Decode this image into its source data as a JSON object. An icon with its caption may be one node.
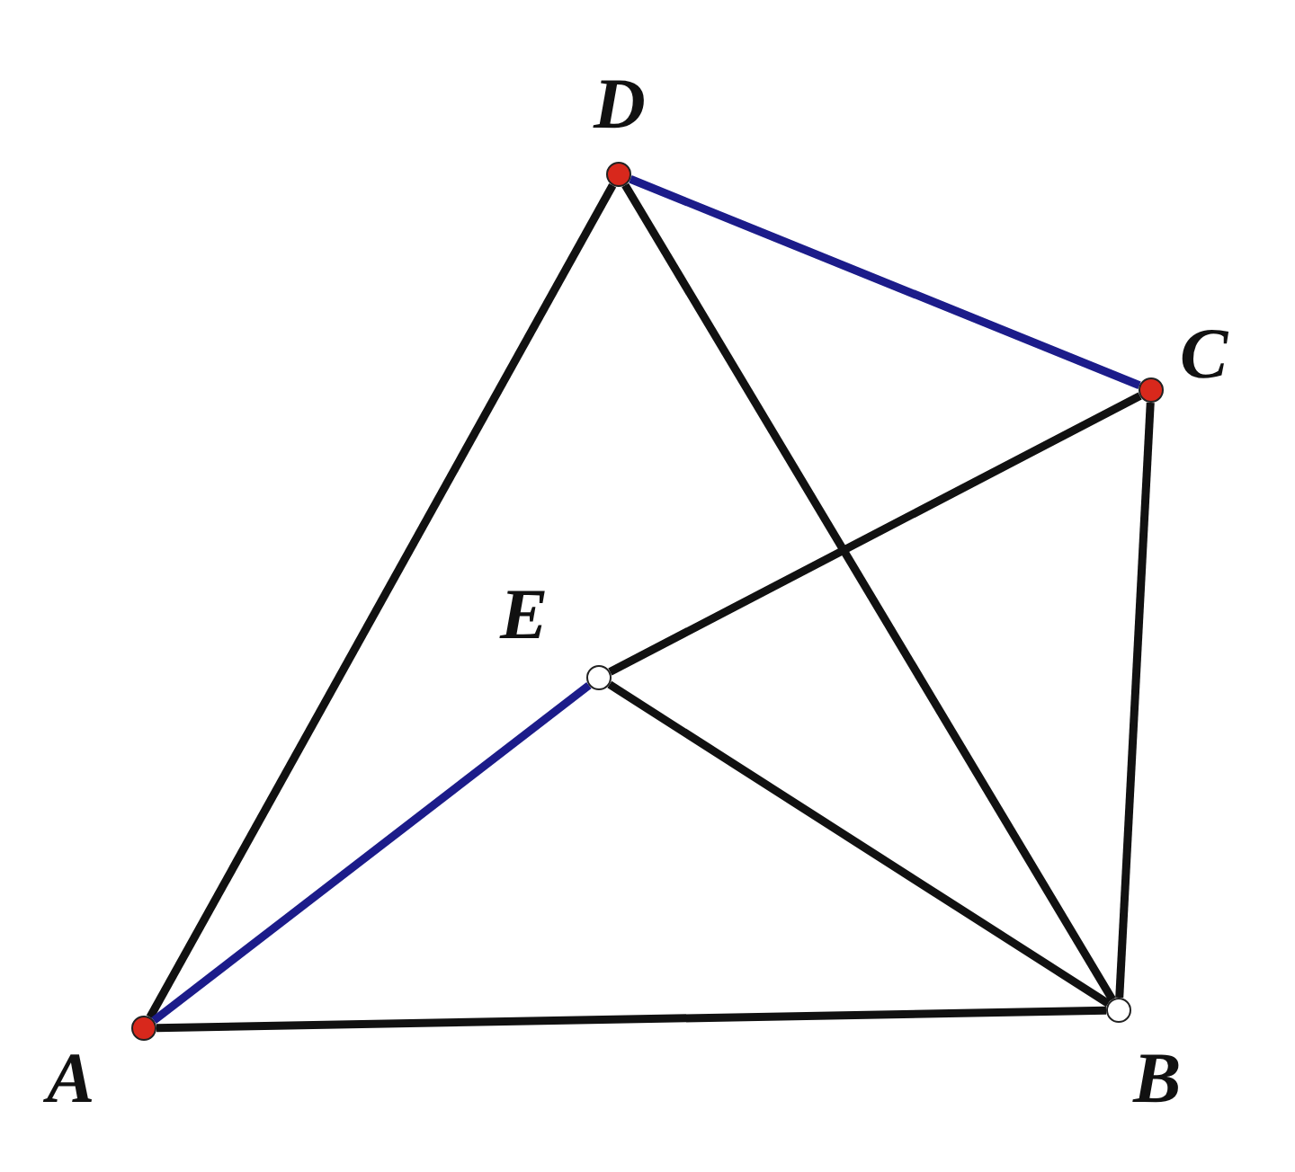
{
  "diagram": {
    "nodes": [
      {
        "text": [],
        "shape": "circle",
        "beside": [
          "D"
        ]
      },
      {
        "text": [],
        "shape": "circle",
        "beside": [
          "C"
        ]
      },
      {
        "text": [],
        "shape": "circle",
        "beside": [
          "E"
        ]
      },
      {
        "text": [],
        "shape": "circle",
        "beside": [
          "A"
        ]
      },
      {
        "text": [],
        "shape": "circle",
        "beside": [
          "B"
        ]
      }
    ],
    "edges": [
      {
        "from": 3,
        "to": 0,
        "arrow": "none"
      },
      {
        "from": 0,
        "to": 4,
        "arrow": "none"
      },
      {
        "from": 0,
        "to": 1,
        "arrow": "none",
        "color": "#1c1c8a"
      },
      {
        "from": 1,
        "to": 4,
        "arrow": "none"
      },
      {
        "from": 2,
        "to": 1,
        "arrow": "none"
      },
      {
        "from": 2,
        "to": 4,
        "arrow": "none"
      },
      {
        "from": 3,
        "to": 2,
        "arrow": "none",
        "color": "#1c1c8a"
      },
      {
        "from": 3,
        "to": 4,
        "arrow": "none"
      }
    ]
  }
}
